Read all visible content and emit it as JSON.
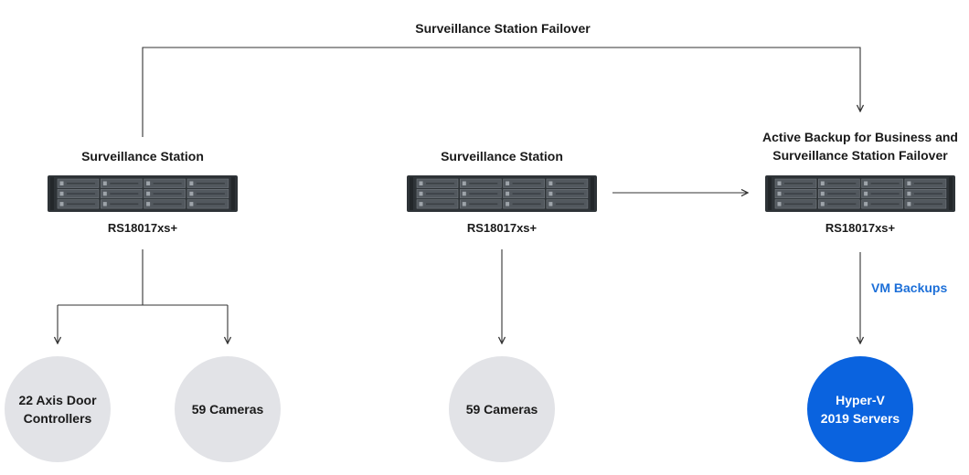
{
  "diagram": {
    "failover_label": "Surveillance Station Failover",
    "nodes": [
      {
        "title_lines": [
          "Surveillance Station"
        ],
        "model": "RS18017xs+"
      },
      {
        "title_lines": [
          "Surveillance Station"
        ],
        "model": "RS18017xs+"
      },
      {
        "title_lines": [
          "Active Backup for Business and",
          "Surveillance Station Failover"
        ],
        "model": "RS18017xs+"
      }
    ],
    "endpoints": [
      {
        "lines": [
          "22 Axis Door",
          "Controllers"
        ],
        "highlight": false
      },
      {
        "lines": [
          "59 Cameras"
        ],
        "highlight": false
      },
      {
        "lines": [
          "59 Cameras"
        ],
        "highlight": false
      },
      {
        "lines": [
          "Hyper-V",
          "2019 Servers"
        ],
        "highlight": true
      }
    ],
    "vm_backups_label": "VM Backups",
    "colors": {
      "accent": "#0a63df",
      "accent_text": "#1c6fd8",
      "circle": "#e2e3e7",
      "line": "#333333",
      "server_body": "#2e3337"
    }
  }
}
